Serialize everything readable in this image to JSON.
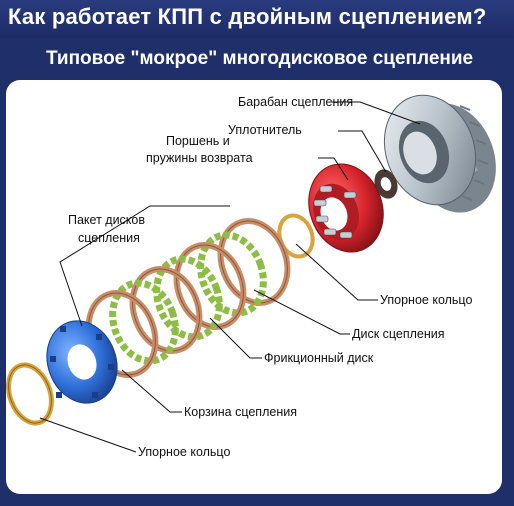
{
  "header": {
    "title": "Как работает КПП с двойным сцеплением?",
    "subtitle": "Типовое \"мокрое\" многодисковое сцепление"
  },
  "labels": {
    "drum": "Барабан сцепления",
    "seal": "Уплотнитель",
    "piston_line1": "Поршень и",
    "piston_line2": "пружины возврата",
    "pack_line1": "Пакет дисков",
    "pack_line2": "сцепления",
    "thrust_ring_right": "Упорное кольцо",
    "clutch_disc": "Диск сцепления",
    "friction_disc": "Фрикционный диск",
    "basket": "Корзина сцепления",
    "thrust_ring_left": "Упорное кольцо"
  },
  "colors": {
    "background": "#1f2f6a",
    "steel_disc": "#c98d67",
    "friction_disc": "#8dbd45",
    "basket": "#2f6fd8",
    "piston": "#d8242d",
    "drum": "#b9c3cc",
    "thrust_ring": "#d8a33a",
    "seal": "#4a3a36"
  }
}
